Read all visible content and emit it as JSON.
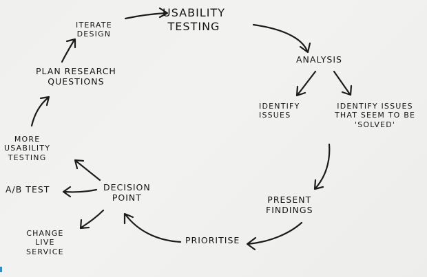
{
  "diagram": {
    "nodes": {
      "usability_testing": {
        "lines": [
          "Usability",
          "Testing"
        ]
      },
      "iterate_design": {
        "lines": [
          "Iterate",
          "Design"
        ]
      },
      "analysis": {
        "lines": [
          "Analysis"
        ]
      },
      "plan_research_questions": {
        "lines": [
          "Plan Research",
          "Questions"
        ]
      },
      "identify_issues": {
        "lines": [
          "Identify",
          "Issues"
        ]
      },
      "identify_solved_issues": {
        "lines": [
          "Identify Issues",
          "that seem to be",
          "'solved'"
        ]
      },
      "more_usability_testing": {
        "lines": [
          "More",
          "Usability",
          "Testing"
        ]
      },
      "decision_point": {
        "lines": [
          "Decision",
          "Point"
        ]
      },
      "ab_test": {
        "lines": [
          "A/B Test"
        ]
      },
      "present_findings": {
        "lines": [
          "Present",
          "Findings"
        ]
      },
      "change_live_service": {
        "lines": [
          "Change",
          "Live",
          "Service"
        ]
      },
      "prioritise": {
        "lines": [
          "Prioritise"
        ]
      }
    },
    "edges": [
      {
        "from": "iterate_design",
        "to": "usability_testing"
      },
      {
        "from": "usability_testing",
        "to": "analysis"
      },
      {
        "from": "analysis",
        "to": "identify_issues"
      },
      {
        "from": "analysis",
        "to": "identify_solved_issues"
      },
      {
        "from": "identify_solved_issues",
        "to": "present_findings"
      },
      {
        "from": "present_findings",
        "to": "prioritise"
      },
      {
        "from": "prioritise",
        "to": "decision_point"
      },
      {
        "from": "decision_point",
        "to": "more_usability_testing"
      },
      {
        "from": "decision_point",
        "to": "ab_test"
      },
      {
        "from": "decision_point",
        "to": "change_live_service"
      },
      {
        "from": "more_usability_testing",
        "to": "plan_research_questions"
      },
      {
        "from": "plan_research_questions",
        "to": "iterate_design"
      }
    ]
  }
}
